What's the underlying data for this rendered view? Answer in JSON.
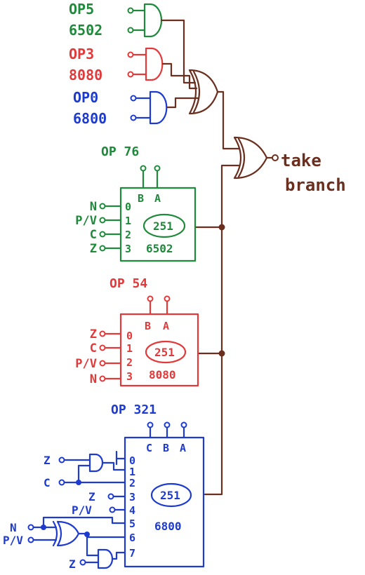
{
  "colors": {
    "green": "#1f8a3b",
    "red": "#e23a3a",
    "blue": "#1e3bd0",
    "brown": "#6b2f1f"
  },
  "top_gates": {
    "op5_label": "OP5",
    "cpu_6502": "6502",
    "op3_label": "OP3",
    "cpu_8080": "8080",
    "op0_label": "OP0",
    "cpu_6800": "6800"
  },
  "output": {
    "line1": "take",
    "line2": "branch"
  },
  "mux1": {
    "op_label": "OP 76",
    "b": "B",
    "a": "A",
    "pins": [
      "0",
      "1",
      "2",
      "3"
    ],
    "inputs": [
      "N",
      "P/V",
      "C",
      "Z"
    ],
    "chip": "251",
    "cpu": "6502"
  },
  "mux2": {
    "op_label": "OP 54",
    "b": "B",
    "a": "A",
    "pins": [
      "0",
      "1",
      "2",
      "3"
    ],
    "inputs": [
      "Z",
      "C",
      "P/V",
      "N"
    ],
    "chip": "251",
    "cpu": "8080"
  },
  "mux3": {
    "op_label": "OP 321",
    "c": "C",
    "b": "B",
    "a": "A",
    "pins": [
      "0",
      "1",
      "2",
      "3",
      "4",
      "5",
      "6",
      "7"
    ],
    "inputs": [
      "Z",
      "C",
      "Z",
      "P/V",
      "N",
      "P/V",
      "Z"
    ],
    "chip": "251",
    "cpu": "6800"
  }
}
